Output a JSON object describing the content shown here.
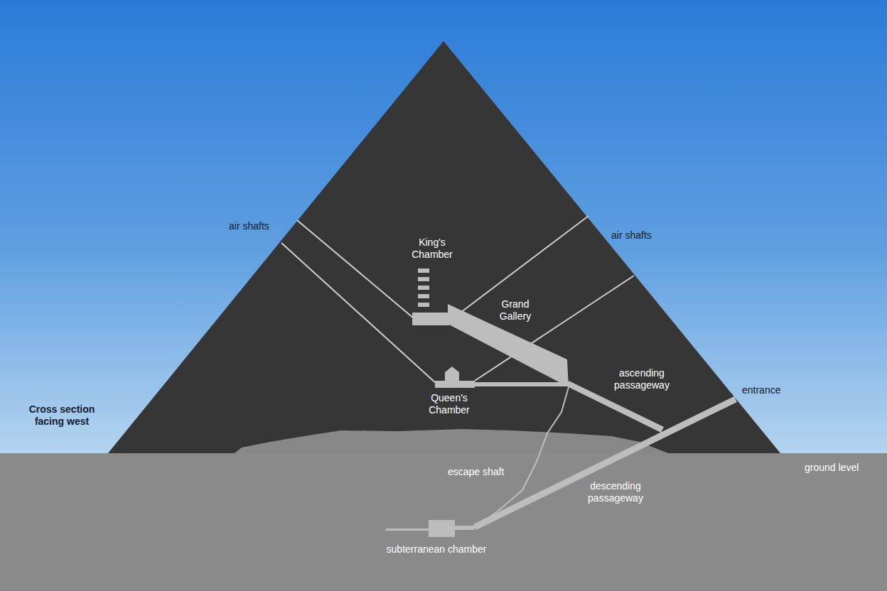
{
  "diagram": {
    "labels": [
      "air shafts",
      "air shafts",
      "King's Chamber",
      "Grand Gallery",
      "ascending passageway",
      "entrance",
      "Queen's Chamber",
      "Cross section facing west",
      "ground level",
      "escape shaft",
      "descending passageway",
      "subterranean chamber"
    ]
  }
}
